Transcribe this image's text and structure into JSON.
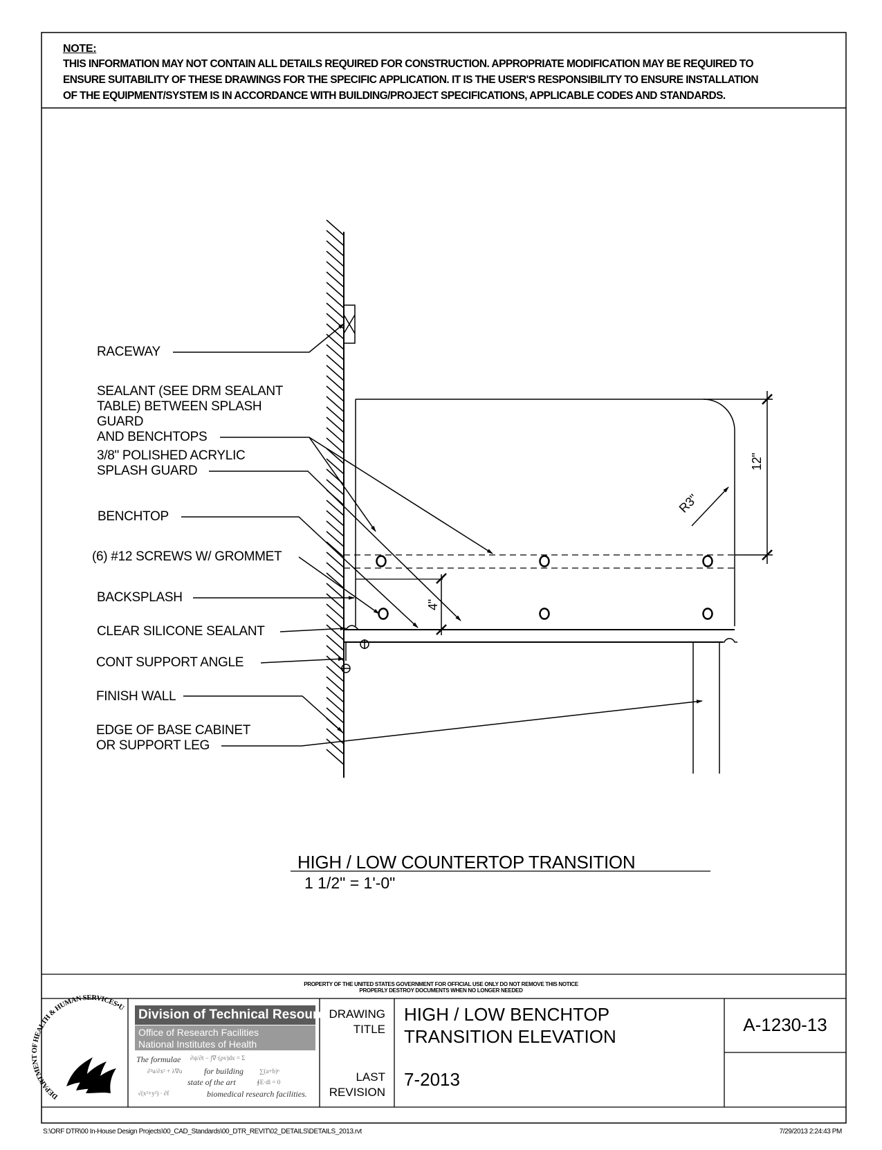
{
  "note": {
    "heading": "NOTE:",
    "lines": [
      "THIS INFORMATION MAY NOT CONTAIN ALL DETAILS REQUIRED FOR CONSTRUCTION.  APPROPRIATE MODIFICATION MAY BE REQUIRED TO",
      "ENSURE SUITABILITY OF THESE DRAWINGS FOR THE SPECIFIC APPLICATION.  IT IS THE USER'S RESPONSIBILITY TO ENSURE INSTALLATION",
      "OF THE EQUIPMENT/SYSTEM IS IN ACCORDANCE WITH BUILDING/PROJECT SPECIFICATIONS, APPLICABLE CODES AND STANDARDS."
    ]
  },
  "labels": {
    "raceway": "RACEWAY",
    "sealant": [
      "SEALANT (SEE DRM SEALANT",
      "TABLE) BETWEEN SPLASH",
      "GUARD",
      "AND BENCHTOPS"
    ],
    "splash_guard": [
      "3/8\" POLISHED ACRYLIC",
      "SPLASH GUARD"
    ],
    "benchtop": "BENCHTOP",
    "screws": "(6) #12 SCREWS W/ GROMMET",
    "backsplash": "BACKSPLASH",
    "clear_sealant": "CLEAR SILICONE SEALANT",
    "support_angle": "CONT SUPPORT ANGLE",
    "finish_wall": "FINISH WALL",
    "base_cabinet": [
      "EDGE OF BASE CABINET",
      "OR SUPPORT LEG"
    ]
  },
  "dimensions": {
    "height": "12\"",
    "radius": "R3\"",
    "backsplash": "4\""
  },
  "drawing": {
    "title": "HIGH / LOW COUNTERTOP TRANSITION",
    "scale": "1 1/2\" = 1'-0\""
  },
  "notice": {
    "line1": "PROPERTY OF THE UNITED STATES GOVERNMENT FOR OFFICIAL USE ONLY DO NOT REMOVE THIS NOTICE",
    "line2": "PROPERLY DESTROY DOCUMENTS WHEN NO LONGER NEEDED"
  },
  "title_block": {
    "seal_text": "DEPARTMENT OF HEALTH & HUMAN SERVICES•USA",
    "org_name": "Division of Technical Resources",
    "org_sub1": "Office of Research Facilities",
    "org_sub2": "National Institutes of Health",
    "tagline": [
      "The formulae",
      "for building",
      "state of the art",
      "biomedical research facilities."
    ],
    "drawing_title_label": [
      "DRAWING",
      "TITLE"
    ],
    "drawing_title": [
      "HIGH / LOW BENCHTOP",
      "TRANSITION ELEVATION"
    ],
    "last_revision_label": [
      "LAST",
      "REVISION"
    ],
    "last_revision": "7-2013",
    "sheet_number": "A-1230-13"
  },
  "footer": {
    "path": "S:\\ORF DTR\\00 In-House Design Projects\\00_CAD_Standards\\00_DTR_REVIT\\02_DETAILS\\DETAILS_2013.rvt",
    "timestamp": "7/29/2013 2:24:43 PM"
  }
}
